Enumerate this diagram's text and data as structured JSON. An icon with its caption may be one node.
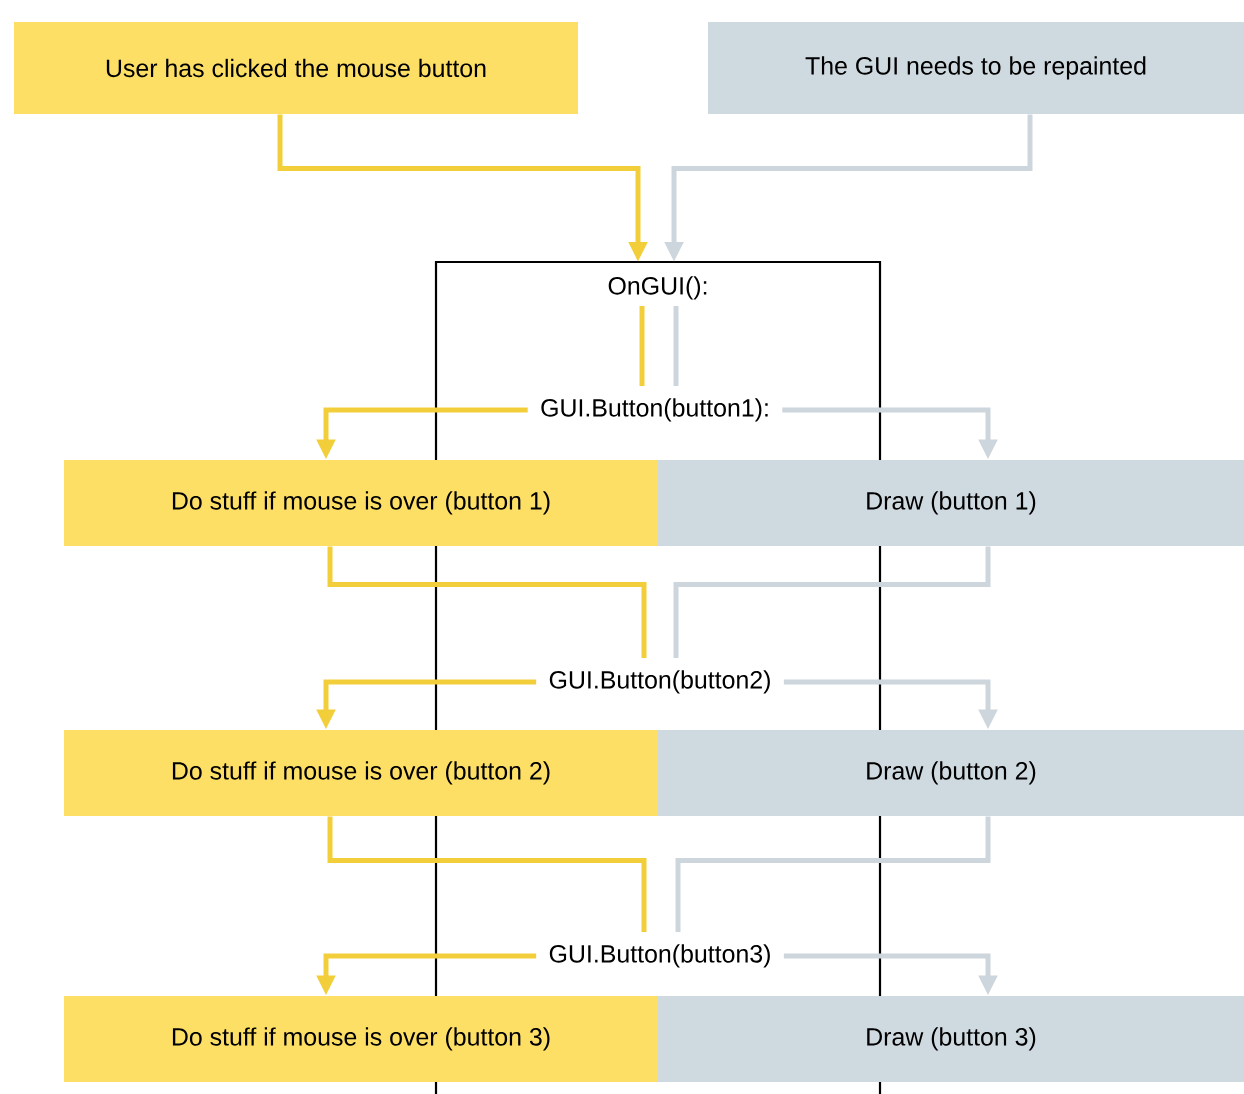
{
  "diagram": {
    "nodes": [
      {
        "text": [
          "User has clicked the mouse button"
        ]
      },
      {
        "text": [
          "The GUI needs to be repainted"
        ]
      },
      {
        "text": [
          "OnGUI():"
        ]
      },
      {
        "text": [
          "GUI.Button(button1):"
        ],
        "in": 2
      },
      {
        "text": [
          "Do stuff if mouse is over (button 1)"
        ]
      },
      {
        "text": [
          "Draw (button 1)"
        ]
      },
      {
        "text": [
          "GUI.Button(button2)"
        ],
        "in": 2
      },
      {
        "text": [
          "Do stuff if mouse is over (button 2)"
        ]
      },
      {
        "text": [
          "Draw (button 2)"
        ]
      },
      {
        "text": [
          "GUI.Button(button3)"
        ],
        "in": 2
      },
      {
        "text": [
          "Do stuff if mouse is over (button 3)"
        ]
      },
      {
        "text": [
          "Draw (button 3)"
        ]
      }
    ],
    "edges": [
      {
        "from": 0,
        "to": 2,
        "arrow": "to",
        "color": "#f2cf3a"
      },
      {
        "from": 1,
        "to": 2,
        "arrow": "to",
        "color": "#cdd6dc"
      },
      {
        "from": 2,
        "to": 3,
        "arrow": "none",
        "color": "#f2cf3a"
      },
      {
        "from": 2,
        "to": 3,
        "arrow": "none",
        "color": "#cdd6dc"
      },
      {
        "from": 3,
        "to": 4,
        "arrow": "to",
        "color": "#f2cf3a"
      },
      {
        "from": 3,
        "to": 5,
        "arrow": "to",
        "color": "#cdd6dc"
      },
      {
        "from": 4,
        "to": 6,
        "arrow": "none",
        "color": "#f2cf3a"
      },
      {
        "from": 5,
        "to": 6,
        "arrow": "none",
        "color": "#cdd6dc"
      },
      {
        "from": 6,
        "to": 7,
        "arrow": "to",
        "color": "#f2cf3a"
      },
      {
        "from": 6,
        "to": 8,
        "arrow": "to",
        "color": "#cdd6dc"
      },
      {
        "from": 7,
        "to": 9,
        "arrow": "none",
        "color": "#f2cf3a"
      },
      {
        "from": 8,
        "to": 9,
        "arrow": "none",
        "color": "#cdd6dc"
      },
      {
        "from": 9,
        "to": 10,
        "arrow": "to",
        "color": "#f2cf3a"
      },
      {
        "from": 9,
        "to": 11,
        "arrow": "to",
        "color": "#cdd6dc"
      }
    ]
  }
}
